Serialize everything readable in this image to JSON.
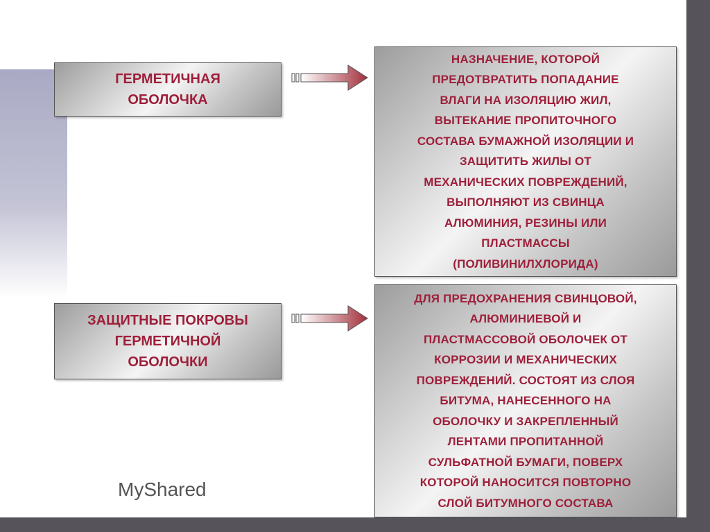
{
  "rows": [
    {
      "term": "ГЕРМЕТИЧНАЯ\nОБОЛОЧКА",
      "description": "НАЗНАЧЕНИЕ, КОТОРОЙ\nПРЕДОТВРАТИТЬ ПОПАДАНИЕ\nВЛАГИ НА ИЗОЛЯЦИЮ ЖИЛ,\nВЫТЕКАНИЕ ПРОПИТОЧНОГО\nСОСТАВА БУМАЖНОЙ ИЗОЛЯЦИИ И\nЗАЩИТИТЬ ЖИЛЫ ОТ\nМЕХАНИЧЕСКИХ ПОВРЕЖДЕНИЙ,\nВЫПОЛНЯЮТ ИЗ СВИНЦА\nАЛЮМИНИЯ, РЕЗИНЫ ИЛИ\nПЛАСТМАССЫ\n(ПОЛИВИНИЛХЛОРИДА)"
    },
    {
      "term": "ЗАЩИТНЫЕ ПОКРОВЫ\nГЕРМЕТИЧНОЙ\nОБОЛОЧКИ",
      "description": "ДЛЯ ПРЕДОХРАНЕНИЯ СВИНЦОВОЙ,\nАЛЮМИНИЕВОЙ И\nПЛАСТМАССОВОЙ ОБОЛОЧЕК ОТ\nКОРРОЗИИ И МЕХАНИЧЕСКИХ\nПОВРЕЖДЕНИЙ. СОСТОЯТ ИЗ СЛОЯ\nБИТУМА, НАНЕСЕННОГО НА\nОБОЛОЧКУ И ЗАКРЕПЛЕННЫЙ\nЛЕНТАМИ ПРОПИТАННОЙ\nСУЛЬФАТНОЙ БУМАГИ, ПОВЕРХ\nКОТОРОЙ НАНОСИТСЯ ПОВТОРНО\nСЛОЙ БИТУМНОГО СОСТАВА"
    }
  ],
  "watermark": "MyShared",
  "colors": {
    "text": "#9e1f3a",
    "arrow": "#a3303c",
    "frame": "#56535a"
  }
}
